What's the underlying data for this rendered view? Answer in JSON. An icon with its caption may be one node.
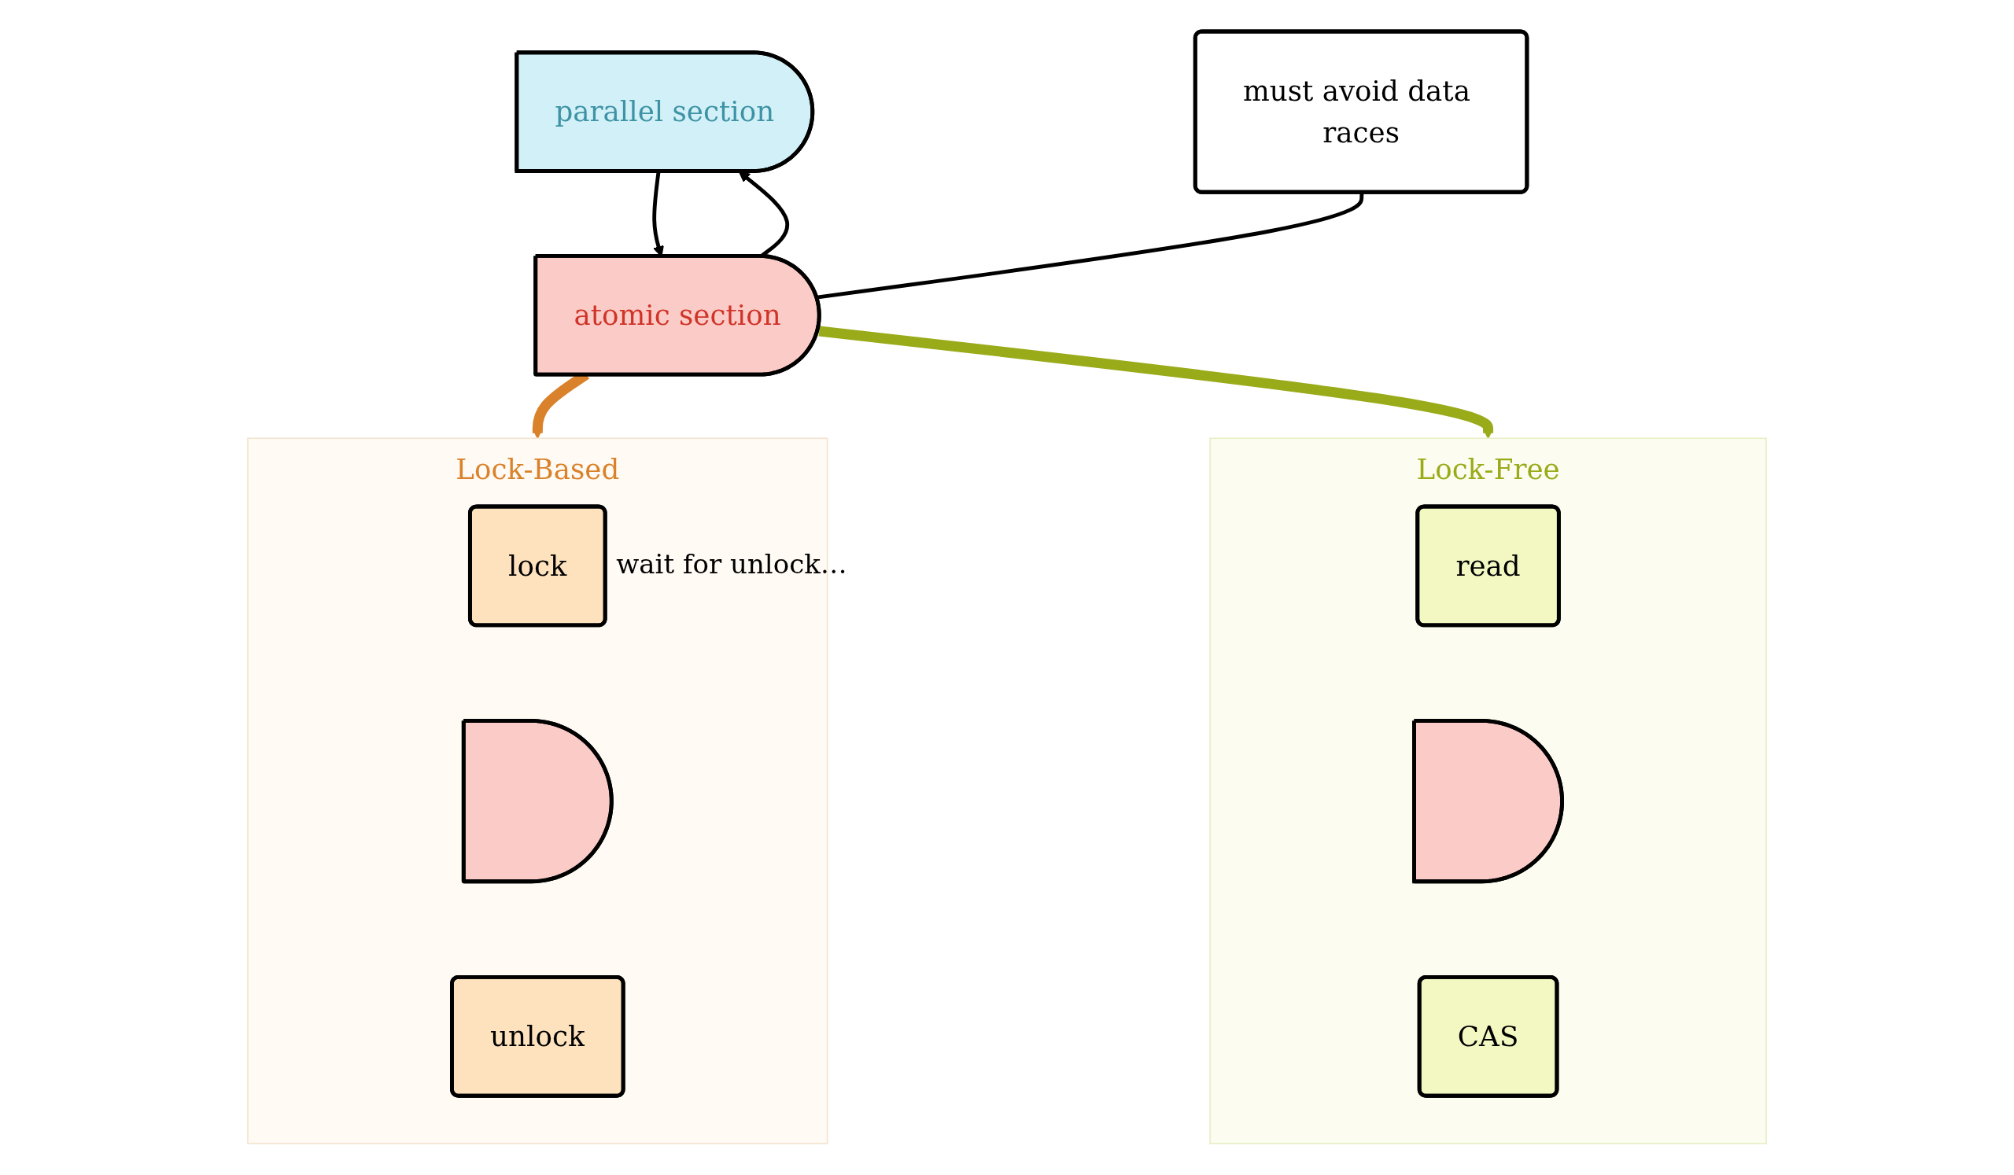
{
  "diagram": {
    "nodes": [
      {
        "text": [
          "parallel section"
        ]
      },
      {
        "text": [
          "atomic section"
        ]
      },
      {
        "text": [
          "must avoid data races"
        ]
      },
      {
        "text": [
          "Lock-Based"
        ]
      },
      {
        "text": [
          "lock"
        ],
        "in": 3,
        "beside": [
          "wait for unlock…"
        ]
      },
      {
        "text": [],
        "shape": "box",
        "in": 3
      },
      {
        "text": [
          "unlock"
        ],
        "in": 3
      },
      {
        "text": [
          "Lock-Free"
        ]
      },
      {
        "text": [
          "read"
        ],
        "in": 7
      },
      {
        "text": [],
        "shape": "box",
        "in": 7
      },
      {
        "text": [
          "CAS"
        ],
        "in": 7
      }
    ],
    "edges": [
      {
        "from": 0,
        "to": 1,
        "arrow": "to"
      },
      {
        "from": 1,
        "to": 0,
        "arrow": "to"
      },
      {
        "from": 2,
        "to": 1,
        "arrow": "none"
      },
      {
        "from": 1,
        "to": 3,
        "arrow": "to",
        "style": "thick",
        "color": "#d9822b"
      },
      {
        "from": 1,
        "to": 7,
        "arrow": "to",
        "style": "thick",
        "color": "#9aab1a"
      }
    ]
  }
}
